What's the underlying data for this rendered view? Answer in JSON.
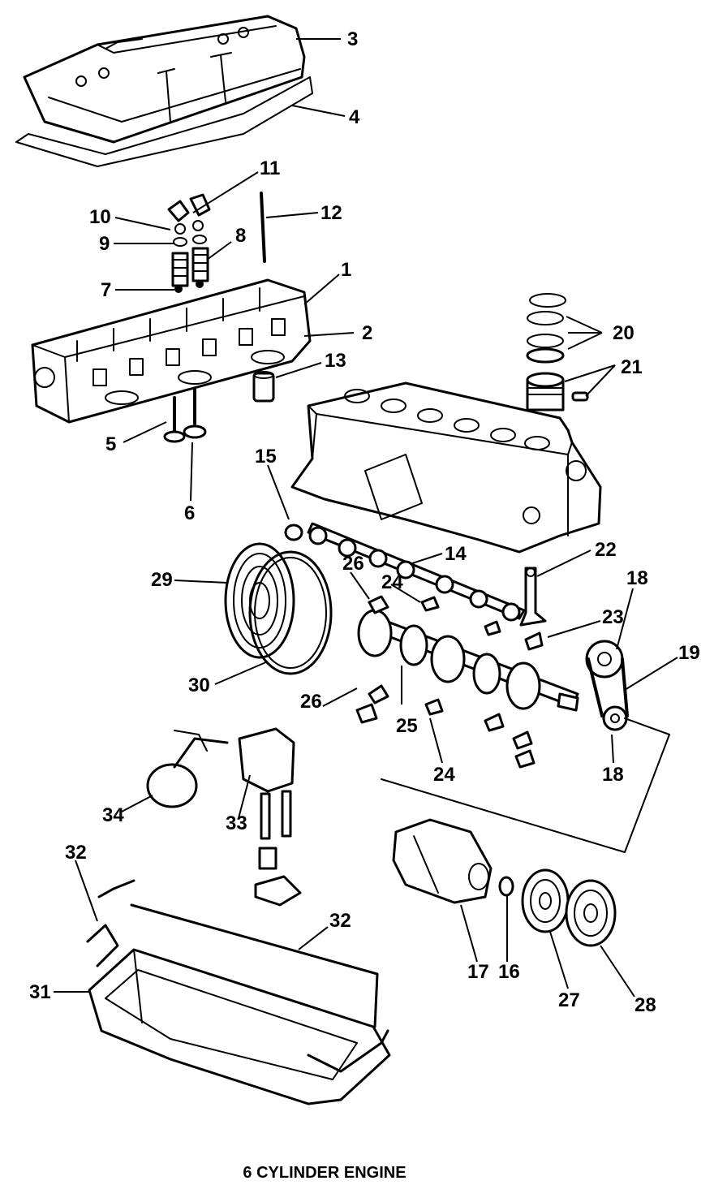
{
  "caption": "6 CYLINDER ENGINE",
  "callouts": {
    "c1": "1",
    "c2": "2",
    "c3": "3",
    "c4": "4",
    "c5": "5",
    "c6": "6",
    "c7": "7",
    "c8": "8",
    "c9": "9",
    "c10": "10",
    "c11": "11",
    "c12": "12",
    "c13": "13",
    "c14": "14",
    "c15": "15",
    "c16": "16",
    "c17": "17",
    "c18a": "18",
    "c18b": "18",
    "c19": "19",
    "c20": "20",
    "c21": "21",
    "c22": "22",
    "c23": "23",
    "c24a": "24",
    "c24b": "24",
    "c25": "25",
    "c26a": "26",
    "c26b": "26",
    "c27": "27",
    "c28": "28",
    "c29": "29",
    "c30": "30",
    "c31": "31",
    "c32a": "32",
    "c32b": "32",
    "c33": "33",
    "c34": "34"
  }
}
